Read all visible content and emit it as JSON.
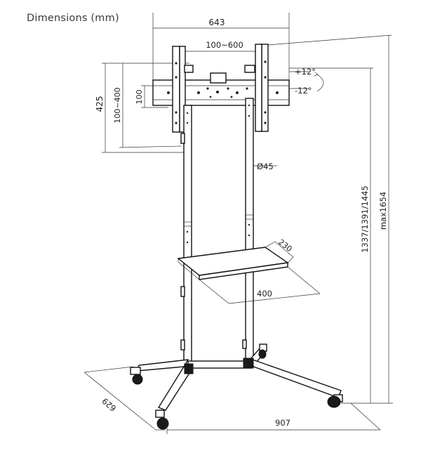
{
  "title": "Dimensions (mm)",
  "dimensions": {
    "mount_width": "643",
    "vesa_width": "100~600",
    "mount_height": "425",
    "vesa_height": "100~400",
    "vesa_min": "100",
    "tilt_up": "+12°",
    "tilt_down": "-12°",
    "pole_diameter": "Ø45",
    "total_height": "1337/1391/1445",
    "max_height": "max1654",
    "shelf_depth": "230",
    "shelf_width": "400",
    "base_depth": "629",
    "base_width": "907"
  }
}
